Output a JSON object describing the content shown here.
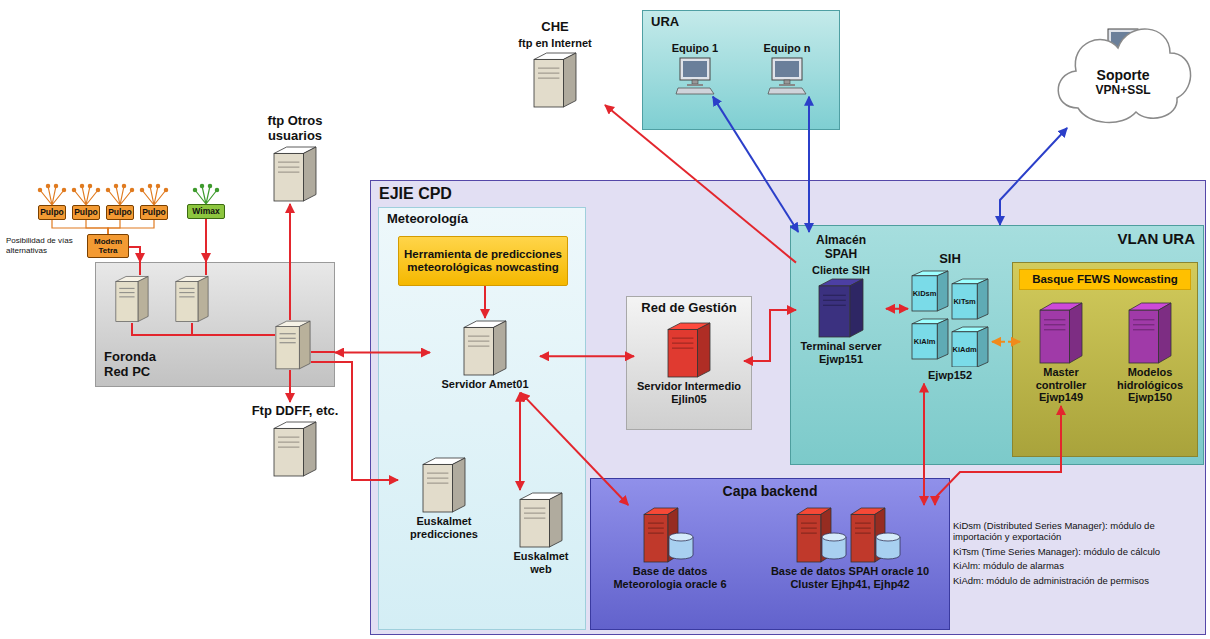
{
  "diagram": {
    "nodes": [
      {
        "text": [
          "Pulpo"
        ]
      },
      {
        "text": [
          "Pulpo"
        ]
      },
      {
        "text": [
          "Pulpo"
        ]
      },
      {
        "text": [
          "Pulpo"
        ]
      },
      {
        "text": [
          "Wimax"
        ]
      },
      {
        "text": [
          "Modem Tetra"
        ]
      },
      {
        "text": [
          "Foronda Red PC"
        ]
      },
      {
        "text": [
          "ftp Otros usuarios"
        ]
      },
      {
        "text": [
          "Ftp DDFF, etc."
        ]
      },
      {
        "text": [
          "CHE",
          "ftp en Internet"
        ]
      },
      {
        "text": [
          "URA"
        ]
      },
      {
        "text": [
          "Equipo 1"
        ],
        "in": 10
      },
      {
        "text": [
          "Equipo n"
        ],
        "in": 10
      },
      {
        "text": [
          "Soporte",
          "VPN+SSL"
        ]
      },
      {
        "text": [
          "EJIE CPD"
        ]
      },
      {
        "text": [
          "Meteorología"
        ],
        "in": 14
      },
      {
        "text": [
          "Herramienta de predicciones meteorológicas nowcasting"
        ],
        "in": 15
      },
      {
        "text": [
          "Servidor Amet01"
        ],
        "in": 15
      },
      {
        "text": [
          "Euskalmet predicciones"
        ],
        "in": 15
      },
      {
        "text": [
          "Euskalmet web"
        ],
        "in": 15
      },
      {
        "text": [
          "Red de Gestión"
        ],
        "in": 14
      },
      {
        "text": [
          "Servidor Intermedio Ejlin05"
        ],
        "in": 20
      },
      {
        "text": [
          "VLAN URA"
        ],
        "in": 14
      },
      {
        "text": [
          "Almacén SPAH",
          "Cliente SIH",
          "Terminal server Ejwp151"
        ],
        "in": 22
      },
      {
        "text": [
          "SIH",
          "Ejwp152"
        ],
        "in": 22
      },
      {
        "text": [
          "Basque FEWS Nowcasting"
        ],
        "in": 22
      },
      {
        "text": [
          "Master controller Ejwp149"
        ],
        "in": 25
      },
      {
        "text": [
          "Modelos hidrológicos Ejwp150"
        ],
        "in": 25
      },
      {
        "text": [
          "Capa backend"
        ],
        "in": 14
      },
      {
        "text": [
          "Base de datos Meteorologia oracle 6"
        ],
        "in": 28
      },
      {
        "text": [
          "Base de datos SPAH oracle 10 Cluster Ejhp41, Ejhp42"
        ],
        "in": 28
      }
    ],
    "edges": [
      {
        "from": 0,
        "to": 5,
        "arrow": "none"
      },
      {
        "from": 1,
        "to": 5,
        "arrow": "none"
      },
      {
        "from": 2,
        "to": 5,
        "arrow": "none"
      },
      {
        "from": 3,
        "to": 5,
        "arrow": "none"
      },
      {
        "from": 5,
        "to": 6,
        "arrow": "to"
      },
      {
        "from": 4,
        "to": 6,
        "arrow": "to"
      },
      {
        "from": 6,
        "to": 7,
        "arrow": "to"
      },
      {
        "from": 6,
        "to": 8,
        "arrow": "to"
      },
      {
        "from": 6,
        "to": 17,
        "arrow": "both"
      },
      {
        "from": 6,
        "to": 18,
        "arrow": "to"
      },
      {
        "from": 16,
        "to": 17,
        "arrow": "to"
      },
      {
        "from": 17,
        "to": 19,
        "arrow": "both"
      },
      {
        "from": 17,
        "to": 29,
        "arrow": "both"
      },
      {
        "from": 17,
        "to": 21,
        "arrow": "both"
      },
      {
        "from": 21,
        "to": 23,
        "arrow": "both"
      },
      {
        "from": 23,
        "to": 9,
        "arrow": "to"
      },
      {
        "from": 11,
        "to": 23,
        "arrow": "both"
      },
      {
        "from": 12,
        "to": 23,
        "arrow": "both"
      },
      {
        "from": 13,
        "to": 22,
        "arrow": "both"
      },
      {
        "from": 23,
        "to": 24,
        "arrow": "both"
      },
      {
        "from": 24,
        "to": 26,
        "arrow": "both"
      },
      {
        "from": 24,
        "to": 30,
        "arrow": "both"
      },
      {
        "from": 26,
        "to": 30,
        "arrow": "both"
      }
    ],
    "labels": [
      "Posibilidad de vías alternativas",
      "KiDsm",
      "KiTsm",
      "KiAlm",
      "KiAdm",
      "KiDsm (Distributed Series Manager): módulo de importación y exportación",
      "KiTsm (Time Series Manager): módulo de cálculo",
      "KiAlm: módulo de alarmas",
      "KiAdm: módulo de administración de permisos"
    ]
  }
}
